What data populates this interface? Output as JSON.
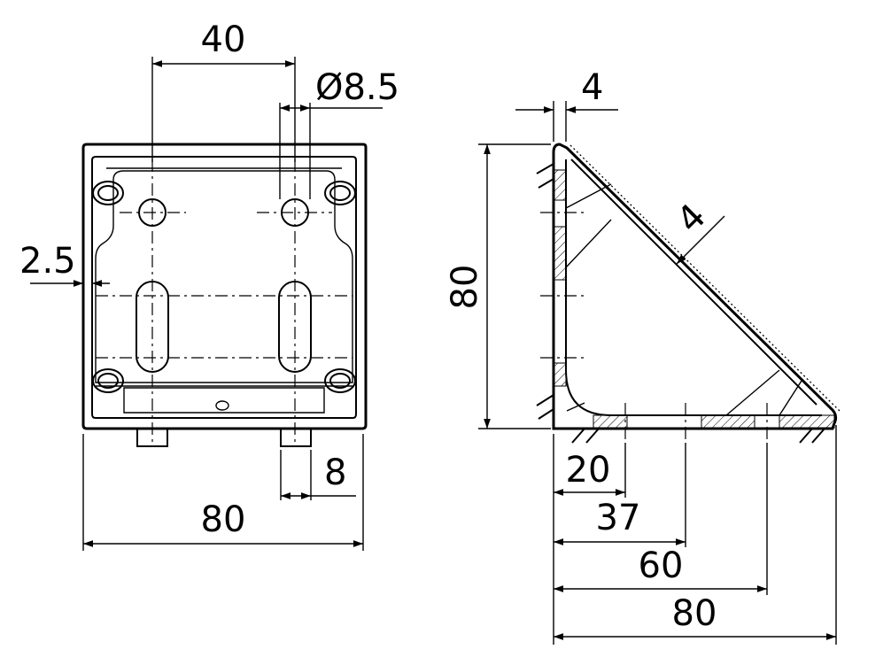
{
  "front_view": {
    "dimensions": {
      "hole_spacing": "40",
      "hole_diameter": "Ø8.5",
      "wall_thickness": "2.5",
      "overall_width": "80",
      "tab_width": "8"
    }
  },
  "side_view": {
    "dimensions": {
      "wall_thickness": "4",
      "chamfer_thickness": "4",
      "overall_height": "80",
      "slot_20": "20",
      "slot_37": "37",
      "slot_60": "60",
      "overall_length": "80"
    }
  }
}
